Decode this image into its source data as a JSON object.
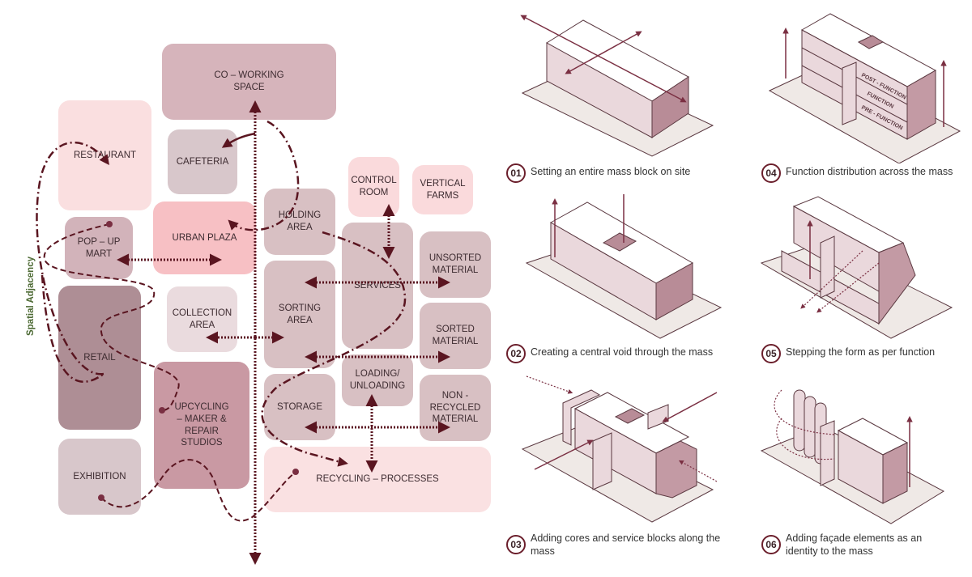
{
  "diagram": {
    "side_label": "Spatial Adjacency",
    "colors": {
      "line": "#5a1520",
      "side_label": "#4e6b35",
      "accent": "#7a2f42"
    },
    "zones": [
      {
        "id": "coworking",
        "label": "CO – WORKING\nSPACE",
        "color": "#d6b4bb"
      },
      {
        "id": "restaurant",
        "label": "RESTAURANT",
        "color": "#fadfe0"
      },
      {
        "id": "cafeteria",
        "label": "CAFETERIA",
        "color": "#d8c7cb"
      },
      {
        "id": "urban-plaza",
        "label": "URBAN PLAZA",
        "color": "#f7c0c4"
      },
      {
        "id": "pop-up-mart",
        "label": "POP – UP\nMART",
        "color": "#d2b3ba"
      },
      {
        "id": "holding-area",
        "label": "HOLDING\nAREA",
        "color": "#d8c0c3"
      },
      {
        "id": "control-room",
        "label": "CONTROL\nROOM",
        "color": "#fadadc"
      },
      {
        "id": "vertical-farms",
        "label": "VERTICAL\nFARMS",
        "color": "#fadadc"
      },
      {
        "id": "services",
        "label": "SERVICES",
        "color": "#d8c0c3"
      },
      {
        "id": "unsorted-material",
        "label": "UNSORTED\nMATERIAL",
        "color": "#d8c0c3"
      },
      {
        "id": "retail",
        "label": "RETAIL",
        "color": "#ae8e95"
      },
      {
        "id": "collection-area",
        "label": "COLLECTION\nAREA",
        "color": "#eadbde"
      },
      {
        "id": "sorting-area",
        "label": "SORTING\nAREA",
        "color": "#d8c0c3"
      },
      {
        "id": "sorted-material",
        "label": "SORTED\nMATERIAL",
        "color": "#d8c0c3"
      },
      {
        "id": "loading-unloading",
        "label": "LOADING/\nUNLOADING",
        "color": "#d8c0c3"
      },
      {
        "id": "upcycling",
        "label": "UPCYCLING\n– MAKER &\nREPAIR\nSTUDIOS",
        "color": "#c999a3"
      },
      {
        "id": "storage",
        "label": "STORAGE",
        "color": "#d8c0c3"
      },
      {
        "id": "non-recycled-material",
        "label": "NON -\nRECYCLED\nMATERIAL",
        "color": "#d8c0c3"
      },
      {
        "id": "exhibition",
        "label": "EXHIBITION",
        "color": "#d8c7cb"
      },
      {
        "id": "recycling-processes",
        "label": "RECYCLING  – PROCESSES",
        "color": "#fae1e2"
      }
    ]
  },
  "steps": [
    {
      "num": "01",
      "caption": "Setting an entire mass block on site"
    },
    {
      "num": "02",
      "caption": "Creating a central void through the mass"
    },
    {
      "num": "03",
      "caption": "Adding cores and service blocks along the mass"
    },
    {
      "num": "04",
      "caption": "Function distribution across the mass"
    },
    {
      "num": "05",
      "caption": "Stepping the form as per function"
    },
    {
      "num": "06",
      "caption": "Adding façade elements  as an identity to the mass"
    }
  ],
  "function_labels": {
    "post": "POST - FUNCTION",
    "function": "FUNCTION",
    "pre": "PRE - FUNCTION"
  }
}
